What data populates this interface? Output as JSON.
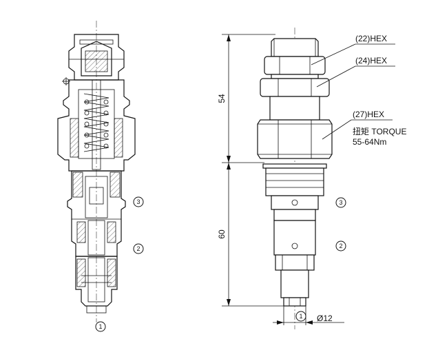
{
  "labels": {
    "hex_22": "(22)HEX",
    "hex_24": "(24)HEX",
    "hex_27": "(27)HEX",
    "torque_label": "扭矩 TORQUE",
    "torque_value": "55-64Nm"
  },
  "dimensions": {
    "upper_length": "54",
    "lower_length": "60",
    "diameter": "Ø12"
  },
  "ports": {
    "port1": "1",
    "port2": "2",
    "port3": "3"
  }
}
